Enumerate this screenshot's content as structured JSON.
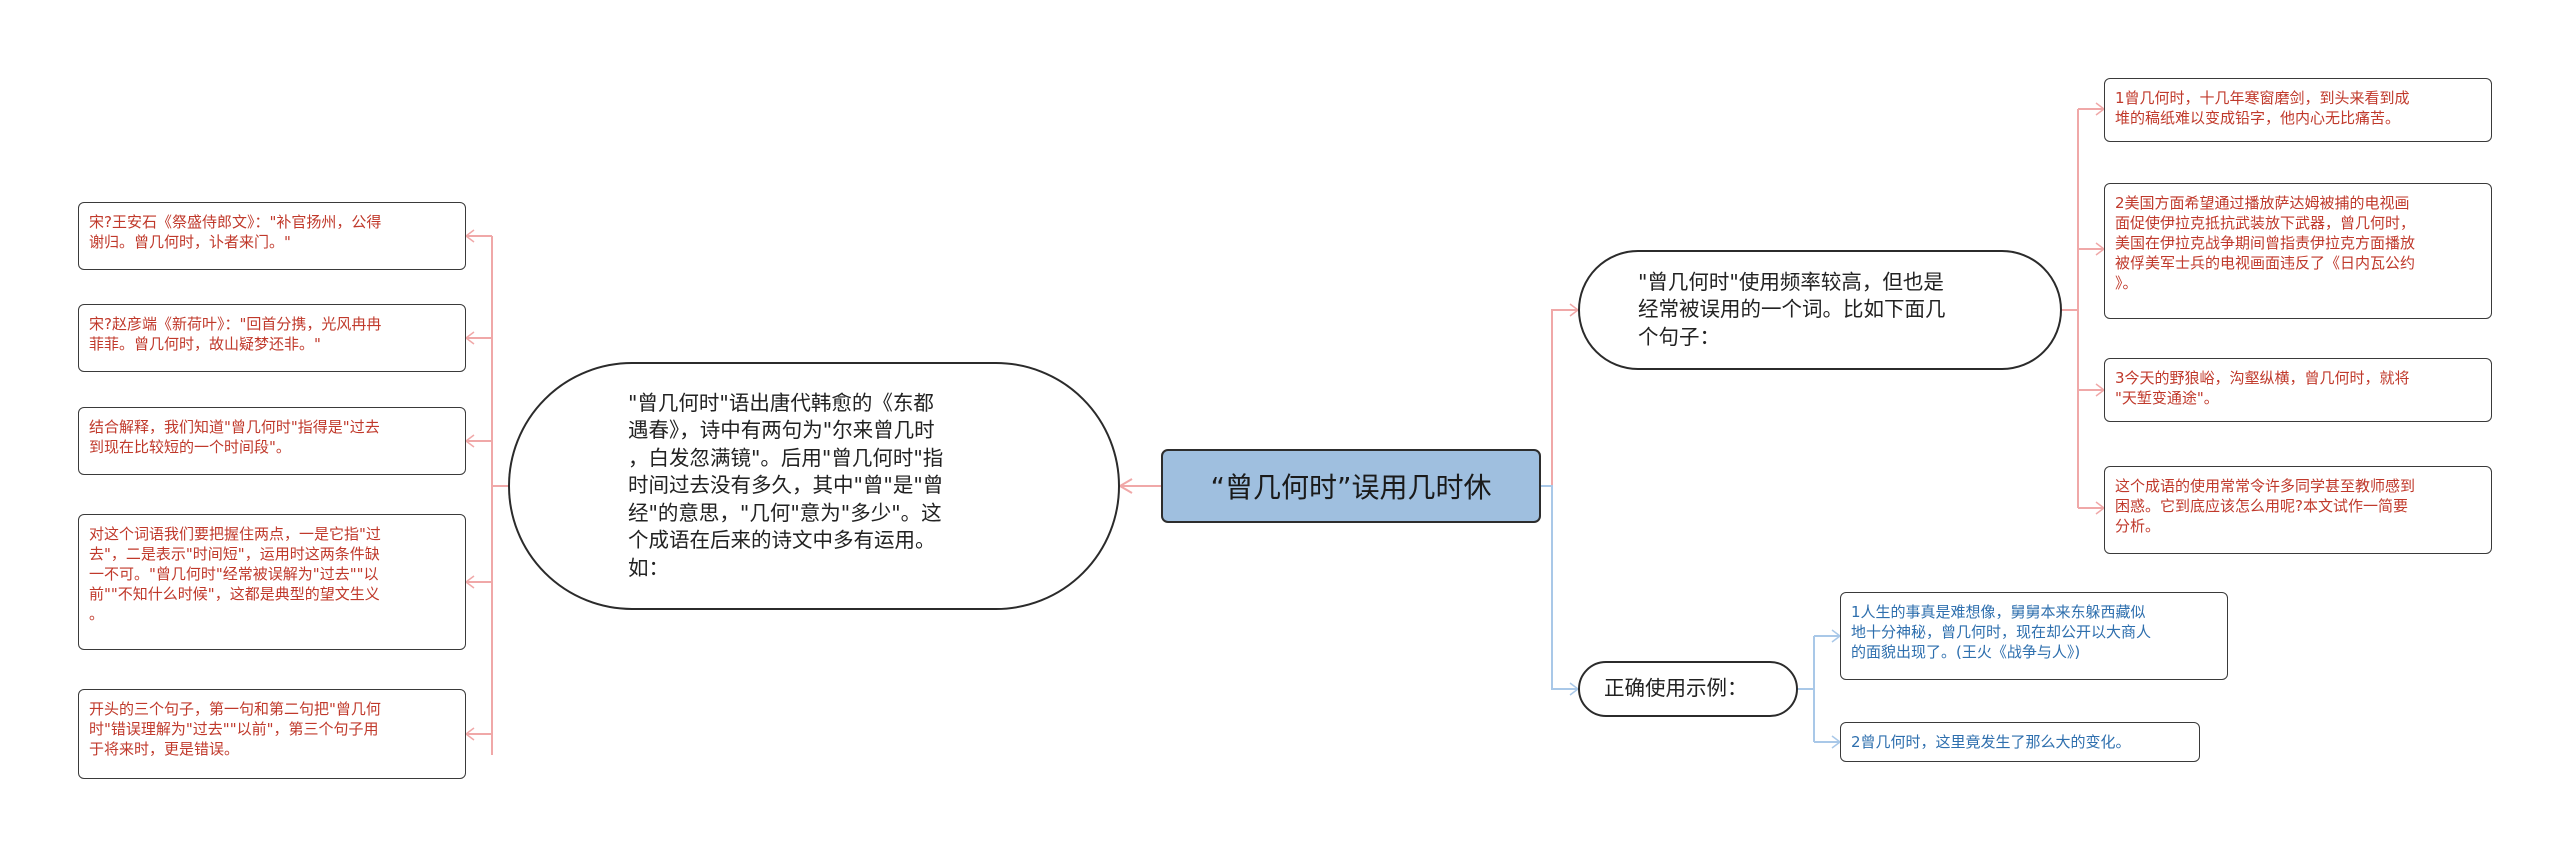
{
  "root": {
    "title": "“曾几何时”误用几时休"
  },
  "left": {
    "topic": {
      "text": "\"曾几何时\"语出唐代韩愈的《东都\n遇春》，诗中有两句为\"尔来曾几时\n，白发忽满镜\"。后用\"曾几何时\"指\n时间过去没有多久，其中\"曾\"是\"曾\n经\"的意思，\"几何\"意为\"多少\"。这\n个成语在后来的诗文中多有运用。\n如："
    },
    "leaves": [
      {
        "text": "宋?王安石《祭盛侍郎文》：\"补官扬州，公得\n谢归。曾几何时，讣者来门。\""
      },
      {
        "text": "宋?赵彦端《新荷叶》：\"回首分携，光风冉冉\n菲菲。曾几何时，故山疑梦还非。\""
      },
      {
        "text": "结合解释，我们知道\"曾几何时\"指得是\"过去\n到现在比较短的一个时间段\"。"
      },
      {
        "text": "对这个词语我们要把握住两点，一是它指\"过\n去\"，二是表示\"时间短\"，运用时这两条件缺\n一不可。\"曾几何时\"经常被误解为\"过去\"\"以\n前\"\"不知什么时候\"，这都是典型的望文生义\n。"
      },
      {
        "text": "开头的三个句子，第一句和第二句把\"曾几何\n时\"错误理解为\"过去\"\"以前\"，第三个句子用\n于将来时，更是错误。"
      }
    ]
  },
  "right_top": {
    "topic": {
      "text": "\"曾几何时\"使用频率较高，但也是\n经常被误用的一个词。比如下面几\n个句子："
    },
    "leaves": [
      {
        "text": "1曾几何时，十几年寒窗磨剑，到头来看到成\n堆的稿纸难以变成铅字，他内心无比痛苦。"
      },
      {
        "text": "2美国方面希望通过播放萨达姆被捕的电视画\n面促使伊拉克抵抗武装放下武器，曾几何时，\n美国在伊拉克战争期间曾指责伊拉克方面播放\n被俘美军士兵的电视画面违反了《日内瓦公约\n》。"
      },
      {
        "text": "3今天的野狼峪，沟壑纵横，曾几何时，就将\n\"天堑变通途\"。"
      },
      {
        "text": "这个成语的使用常常令许多同学甚至教师感到\n困惑。它到底应该怎么用呢?本文试作一简要\n分析。"
      }
    ]
  },
  "right_bottom": {
    "topic": {
      "text": "正确使用示例："
    },
    "leaves": [
      {
        "text": "1人生的事真是难想像，舅舅本来东躲西藏似\n地十分神秘，曾几何时，现在却公开以大商人\n的面貌出现了。(王火《战争与人》)"
      },
      {
        "text": "2曾几何时，这里竟发生了那么大的变化。"
      }
    ]
  },
  "colors": {
    "root_fill": "#9fbfdf",
    "red_branch": "#f0a8a8",
    "blue_branch": "#a9c8e8",
    "red_text": "#c0392b",
    "blue_text": "#2e6fae"
  }
}
